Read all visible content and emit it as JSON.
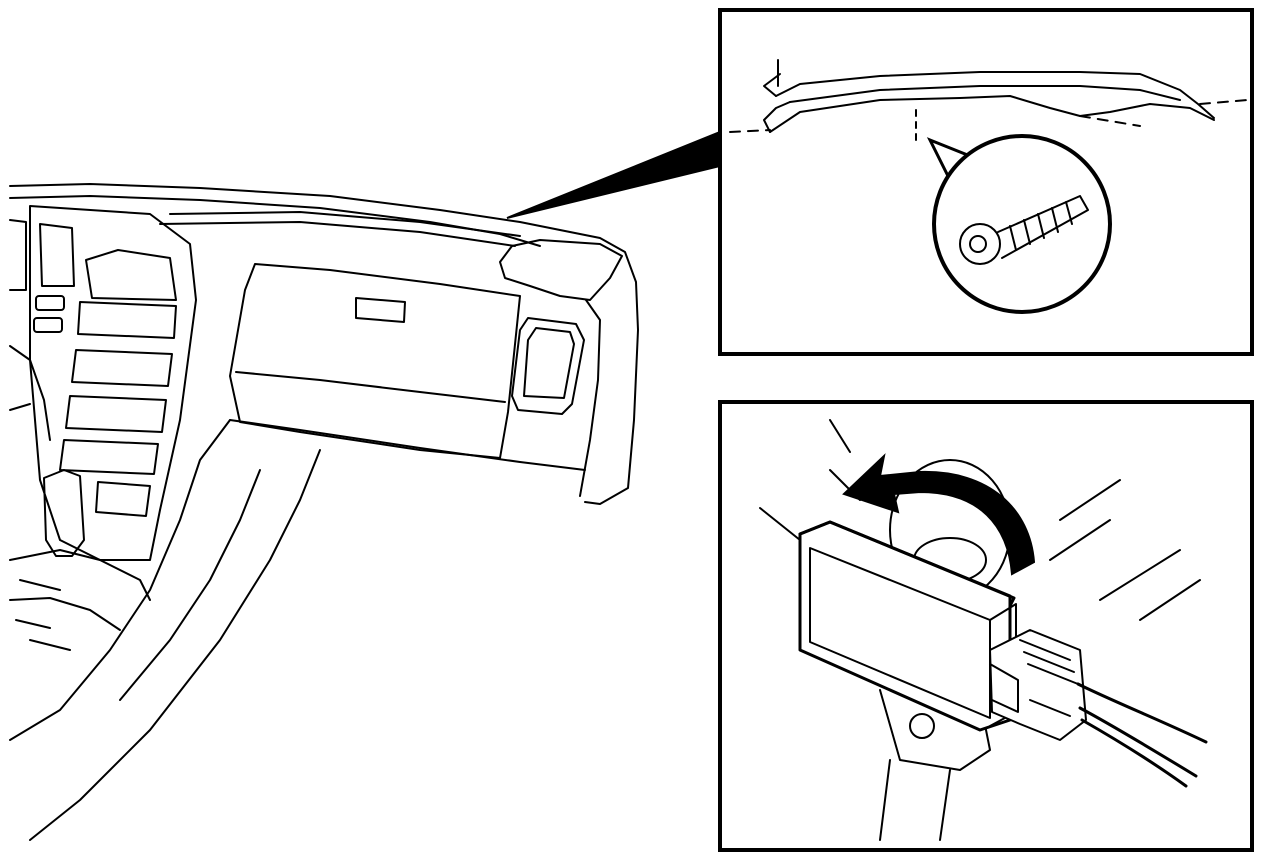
{
  "figure": {
    "colors": {
      "ink": "#000000",
      "paper": "#ffffff"
    },
    "main_view": {
      "subject": "dashboard-passenger-side"
    },
    "detail_top": {
      "subject": "dash-end-trim-with-screw"
    },
    "detail_bottom": {
      "subject": "module-connector-release",
      "arrow": "counterclockwise"
    }
  }
}
